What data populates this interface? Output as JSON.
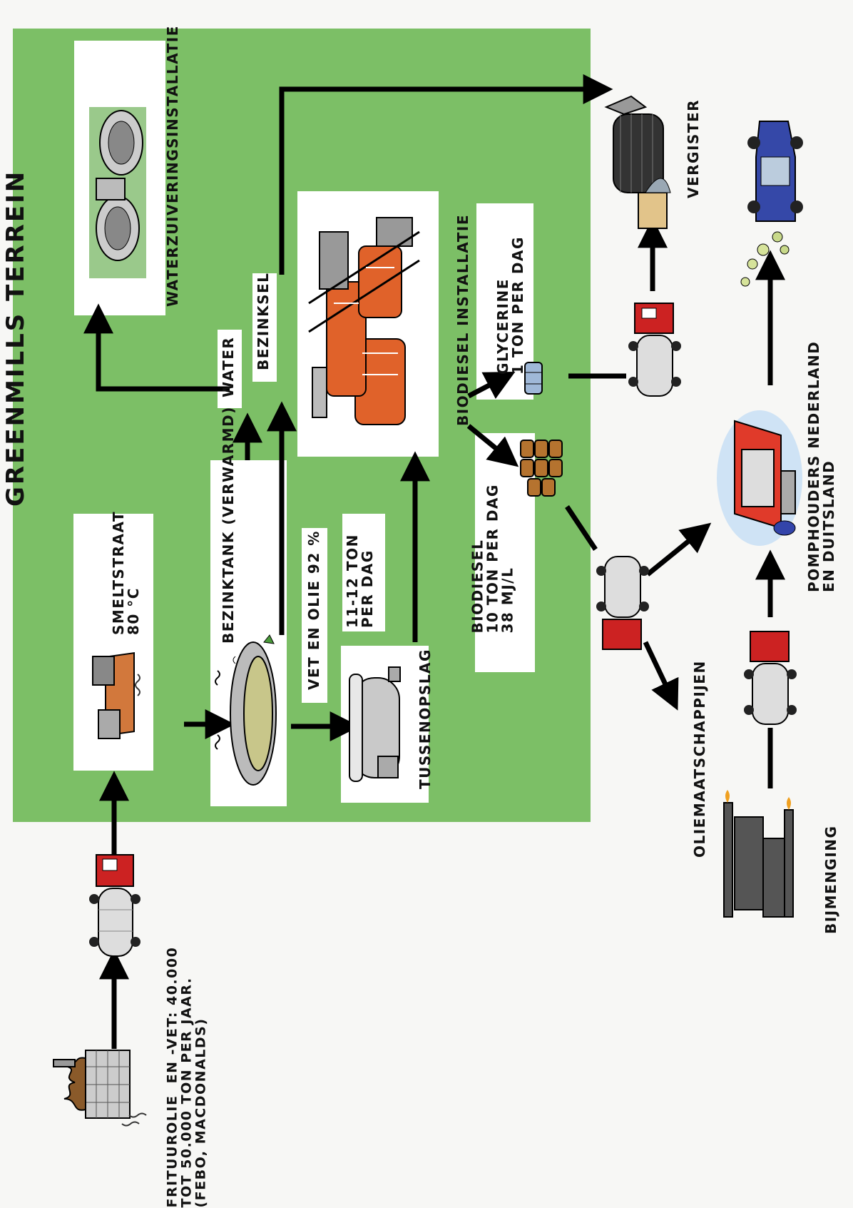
{
  "terrain_title": "GREENMILLS TERREIN",
  "labels": {
    "waterzuivering": "WATERZUIVERINGSINSTALLATIE",
    "vergister": "VERGISTER",
    "smeltstraat": "SMELTSTRAAT\n80 °C",
    "bezinktank": "BEZINKTANK (VERWARMD)",
    "water": "WATER",
    "bezinksel": "BEZINKSEL",
    "biodiesel_installatie": "BIODIESEL INSTALLATIE",
    "glycerine": "GLYCERINE\n1 TON PER DAG",
    "vet_olie": "VET EN OLIE 92 %",
    "ton_per_dag": "11-12 TON\nPER DAG",
    "tussenopslag": "TUSSENOPSLAG",
    "biodiesel_output": "BIODIESEL\n10 TON PER DAG\n38 MJ/L",
    "pomphouders": "POMPHOUDERS NEDERLAND\nEN DUITSLAND",
    "oliemaatschappijen": "OLIEMAATSCHAPPIJEN",
    "bijmenging": "BIJMENGING",
    "frituurolie": "FRITUUROLIE  EN -VET: 40.000\nTOT 50.000 TON PER JAAR.\n(FEBO, MACDONALDS)"
  },
  "icons": [
    "factory-icon",
    "tanker-truck-icon",
    "melting-line-icon",
    "settling-tank-icon",
    "storage-tank-icon",
    "biodiesel-plant-icon",
    "water-treatment-icon",
    "digester-icon",
    "glycerine-barrel-icon",
    "biodiesel-barrels-icon",
    "gas-station-icon",
    "car-icon",
    "refinery-icon"
  ],
  "colors": {
    "terrain_green": "#7cbf66",
    "box_white": "#ffffff",
    "arrow_black": "#000000",
    "truck_red": "#cc2222",
    "plant_orange": "#e0622a"
  }
}
